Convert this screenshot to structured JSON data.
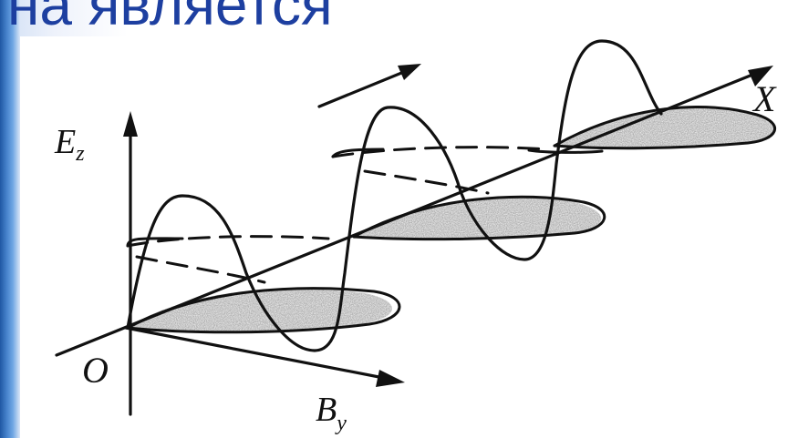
{
  "slide": {
    "title_fragment": "на является",
    "title_color": "#1d3fa0"
  },
  "diagram": {
    "axis_labels": {
      "ez_main": "E",
      "ez_sub": "z",
      "by_main": "B",
      "by_sub": "y",
      "x": "X",
      "origin": "O"
    },
    "propagation_arrow": "arrow-right-up-icon",
    "ink_color": "#111111",
    "shade_color": "#9a9a9a"
  }
}
